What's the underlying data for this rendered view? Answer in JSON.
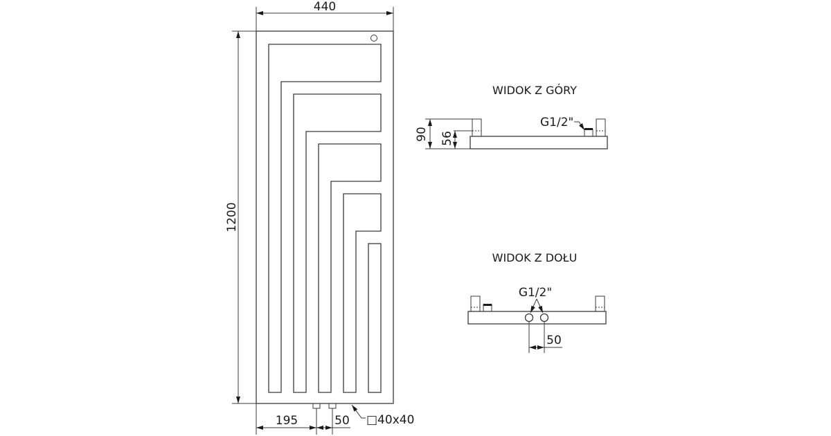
{
  "drawing": {
    "subject": "radiator technical drawing",
    "line_color": "#3a3a3a",
    "front_view": {
      "width_label": "440",
      "height_label": "1200",
      "left_offset_label": "195",
      "connection_spacing_label": "50",
      "profile_label": "□40x40"
    },
    "top_view": {
      "title": "WIDOK Z GÓRY",
      "depth_label": "90",
      "body_depth_label": "56",
      "thread_label": "G1/2\""
    },
    "bottom_view": {
      "title": "WIDOK Z DOŁU",
      "thread_label": "G1/2\"",
      "connection_spacing_label": "50"
    }
  }
}
